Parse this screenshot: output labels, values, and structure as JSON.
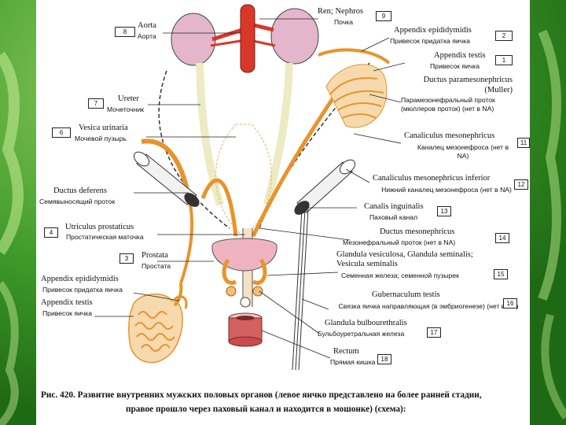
{
  "colors": {
    "background_green": "#3f9a2a",
    "panel": "#ffffff",
    "organ_orange": "#e9932a",
    "kidney_pink": "#e4b6cc",
    "aorta_red": "#d8382a",
    "prostate_pink": "#efb3bf",
    "ureter_cream": "#ecebc4"
  },
  "labels": [
    {
      "id": "aorta",
      "lat": "Aorta",
      "rus": "Аорта",
      "num": "8"
    },
    {
      "id": "ren",
      "lat": "Ren; Nephros",
      "rus": "Почка",
      "num": "9"
    },
    {
      "id": "app-epid-r",
      "lat": "Appendix epididymidis",
      "rus": "Привесок придатка яичка",
      "num": "2"
    },
    {
      "id": "app-testis-r",
      "lat": "Appendix testis",
      "rus": "Привесок яичка",
      "num": "1"
    },
    {
      "id": "duct-paramesonephricus",
      "lat": "Ductus paramesonephricus (Muller)",
      "rus": "Парамезонефральный проток (мюллеров проток) (нет в NA)",
      "num": ""
    },
    {
      "id": "ureter",
      "lat": "Ureter",
      "rus": "Мочеточник",
      "num": "7"
    },
    {
      "id": "vesica",
      "lat": "Vesica urinaria",
      "rus": "Мочевой пузырь",
      "num": "6"
    },
    {
      "id": "canal-mesonephricus",
      "lat": "Canaliculus mesonephricus",
      "rus": "Каналец мезонефроса (нет в NA)",
      "num": "11"
    },
    {
      "id": "deferens",
      "lat": "Ductus deferens",
      "rus": "Семявыносящий проток",
      "num": ""
    },
    {
      "id": "canal-mes-inf",
      "lat": "Canaliculus mesonephricus inferior",
      "rus": "Нижний каналец мезонефроса (нет в NA)",
      "num": "12"
    },
    {
      "id": "canalis-ing",
      "lat": "Canalis inguinalis",
      "rus": "Паховый канал",
      "num": "13"
    },
    {
      "id": "utriculus",
      "lat": "Utriculus prostaticus",
      "rus": "Простатическая маточка",
      "num": "4"
    },
    {
      "id": "duct-mesonephricus",
      "lat": "Ductus mesonephricus",
      "rus": "Мезонефральный проток (нет в NA)",
      "num": "14"
    },
    {
      "id": "prostata",
      "lat": "Prostata",
      "rus": "Простата",
      "num": "3"
    },
    {
      "id": "glandula-ves",
      "lat": "Glandula vesiculosa, Glandula seminalis; Vesicula seminalis",
      "rus": "Семенная железа; семенной пузырек",
      "num": "15"
    },
    {
      "id": "app-epid-l",
      "lat": "Appendix epididymidis",
      "rus": "Привесок придатка яичка",
      "num": ""
    },
    {
      "id": "app-testis-l",
      "lat": "Appendix testis",
      "rus": "Привесок яичка",
      "num": ""
    },
    {
      "id": "gubernaculum",
      "lat": "Gubernaculum testis",
      "rus": "Связка яичка направляющая (в эмбриогенезе) (нет в NA)",
      "num": "16"
    },
    {
      "id": "bulbo",
      "lat": "Glandula bulbourethralis",
      "rus": "Бульбоуретральная железа",
      "num": "17"
    },
    {
      "id": "rectum",
      "lat": "Rectum",
      "rus": "Прямая кишка",
      "num": "18"
    }
  ],
  "caption": {
    "line1": "Рис. 420. Развитие внутренних мужских половых органов (левое яичко представлено на более ранней стадии,",
    "line2": "правое прошло через паховый канал и находится в мошонке) (схема):"
  }
}
